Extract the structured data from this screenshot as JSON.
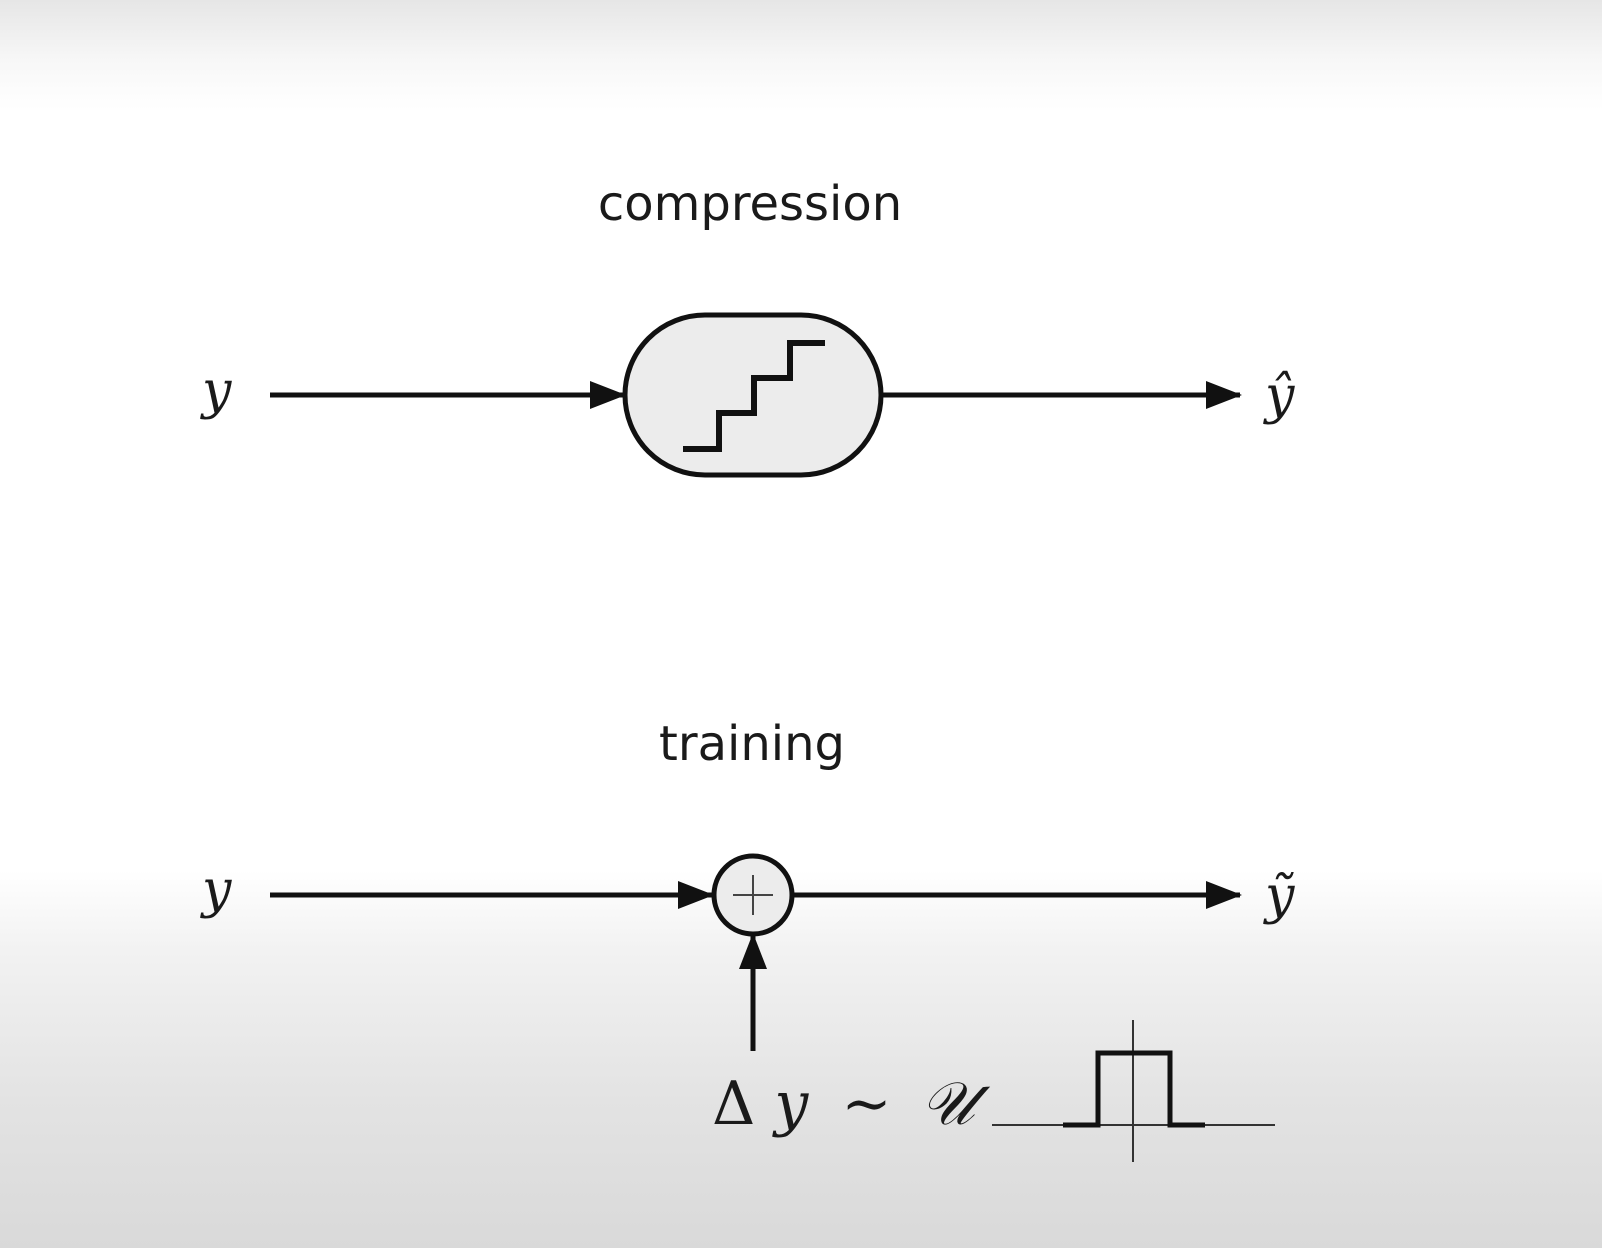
{
  "compression": {
    "title": "compression",
    "input_label": "y",
    "output_label": "ŷ",
    "block_icon": "staircase-quantizer-icon"
  },
  "training": {
    "title": "training",
    "input_label": "y",
    "output_label": "ỹ",
    "sum_icon": "plus-icon",
    "noise": {
      "delta": "Δ",
      "var": "y",
      "tilde": "∼",
      "dist": "𝒰"
    },
    "distribution_icon": "uniform-distribution-icon"
  },
  "colors": {
    "stroke": "#111111",
    "block_fill": "#ececec",
    "background": "#ffffff"
  }
}
